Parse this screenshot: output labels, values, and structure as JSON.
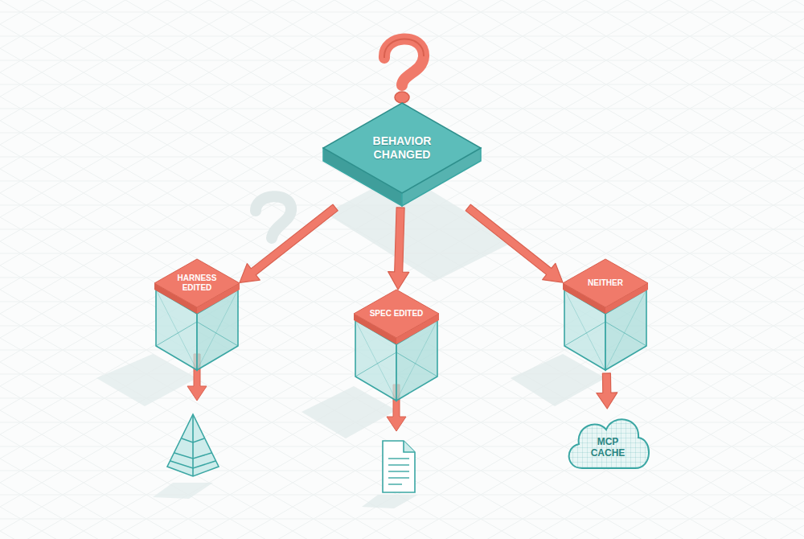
{
  "diagram": {
    "nodes": [
      {
        "text": [
          "BEHAVIOR CHANGED"
        ]
      },
      {
        "text": [
          "HARNESS EDITED"
        ]
      },
      {
        "text": [
          "SPEC EDITED"
        ]
      },
      {
        "text": [
          "NEITHER"
        ]
      },
      {
        "text": [
          "MCP CACHE"
        ]
      }
    ],
    "edges": [
      {
        "from": 0,
        "to": 1,
        "arrow": "to"
      },
      {
        "from": 0,
        "to": 2,
        "arrow": "to"
      },
      {
        "from": 0,
        "to": 3,
        "arrow": "to"
      },
      {
        "from": 3,
        "to": 4,
        "arrow": "to"
      }
    ]
  }
}
